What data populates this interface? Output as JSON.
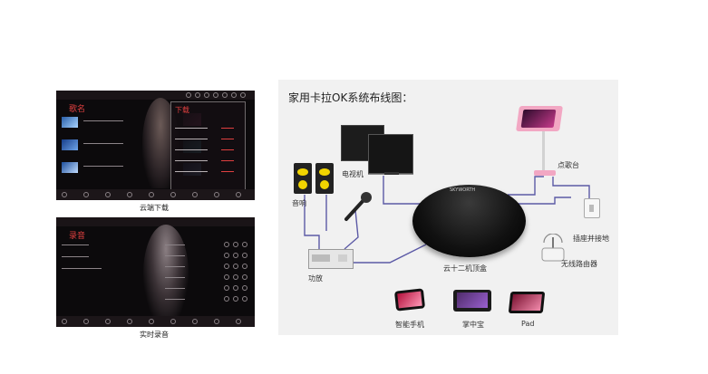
{
  "left_panel": {
    "top_screen": {
      "title": "歌名",
      "download_panel_title": "下载",
      "caption": "云端下载"
    },
    "bottom_screen": {
      "title": "录音",
      "caption": "实时录音"
    }
  },
  "diagram": {
    "title": "家用卡拉OK系统布线图：",
    "labels": {
      "tv": "电视机",
      "speaker": "音响",
      "amplifier": "功放",
      "hub": "云十二机顶盒",
      "kiosk": "点歌台",
      "socket": "插座并接地",
      "router": "无线路由器",
      "phone": "智能手机",
      "handheld": "掌中宝",
      "pad": "Pad"
    },
    "hub_brand": "SKYWORTH",
    "colors": {
      "wire": "#5c5aa6",
      "kiosk_pink": "#f2a7c3",
      "accent_red": "#e04040"
    }
  }
}
